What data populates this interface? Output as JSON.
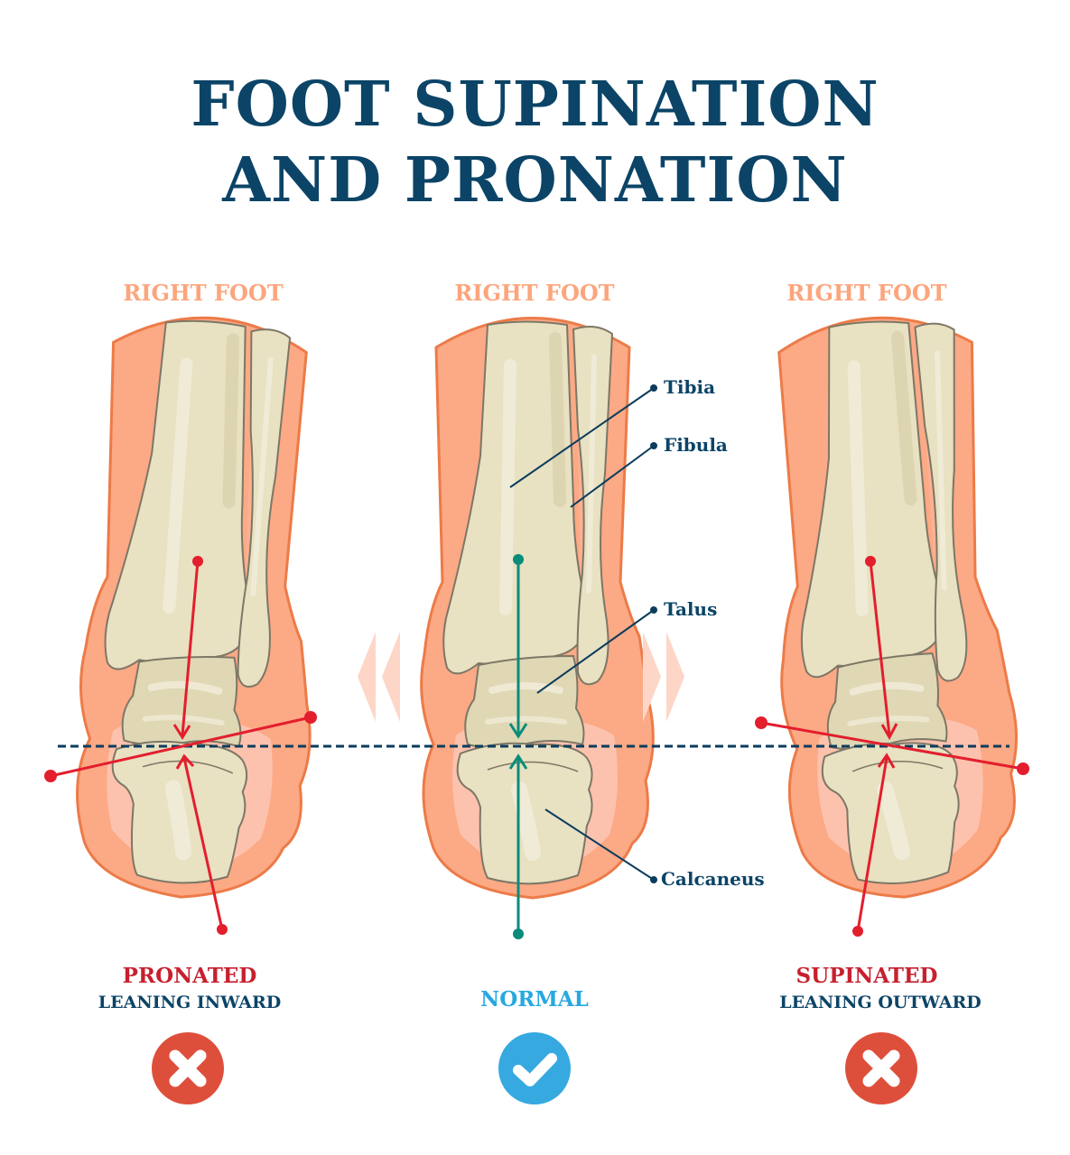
{
  "title": {
    "line1": "FOOT SUPINATION",
    "line2": "AND PRONATION",
    "color": "#0b4467"
  },
  "panels": [
    {
      "foot_label": "RIGHT FOOT",
      "status": "PRONATED",
      "description": "LEANING INWARD",
      "status_color": "#c7202f",
      "verdict_icon": "x-circle-icon",
      "verdict_color": "#de4f3b",
      "arrow_color": "#e31e2d"
    },
    {
      "foot_label": "RIGHT FOOT",
      "status": "NORMAL",
      "description": "",
      "status_color": "#27a8e0",
      "verdict_icon": "check-circle-icon",
      "verdict_color": "#36a9e1",
      "arrow_color": "#0a8c7a"
    },
    {
      "foot_label": "RIGHT FOOT",
      "status": "SUPINATED",
      "description": "LEANING OUTWARD",
      "status_color": "#c7202f",
      "verdict_icon": "x-circle-icon",
      "verdict_color": "#de4f3b",
      "arrow_color": "#e31e2d"
    }
  ],
  "anatomy_labels": {
    "tibia": "Tibia",
    "fibula": "Fibula",
    "talus": "Talus",
    "calcaneus": "Calcaneus"
  },
  "colors": {
    "skin": "#fca985",
    "skin_outline": "#ec7b48",
    "skin_inner": "#fdc7b4",
    "bone": "#e8e1c2",
    "bone_shade": "#d9cfac",
    "bone_outline": "#7d7766",
    "reference_line": "#0b3c5d",
    "side_arrows": "#fdd6c8"
  }
}
